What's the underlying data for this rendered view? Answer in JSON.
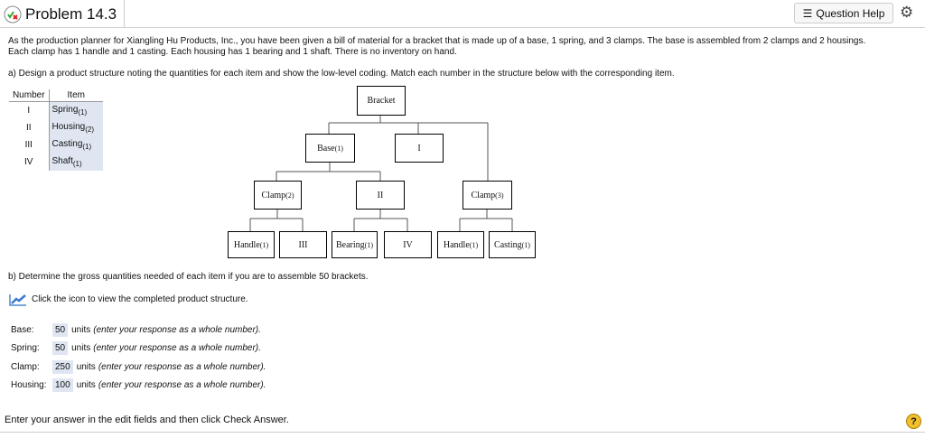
{
  "header": {
    "title": "Problem 14.3",
    "status_icon": "partial-correct-icon",
    "question_help": "Question Help",
    "settings_icon": "gear-icon"
  },
  "problem": {
    "line1": "As the production planner for Xiangling Hu Products, Inc., you have been given a bill of material for a bracket that is made up of a base, 1 spring, and 3 clamps. The base is assembled from 2 clamps and 2 housings.",
    "line2": "Each clamp has 1 handle and 1 casting. Each housing has 1 bearing and 1 shaft. There is no inventory on hand.",
    "part_a": "a) Design a product structure noting the quantities for each item and show the low-level coding. Match each number in the structure below with the corresponding item.",
    "part_b": "b) Determine the gross quantities needed of each item if you are to assemble 50 brackets.",
    "icon_link": "Click the icon to view the completed product structure."
  },
  "number_table": {
    "headers": [
      "Number",
      "Item"
    ],
    "rows": [
      {
        "num": "I",
        "item": "Spring",
        "qty": "(1)"
      },
      {
        "num": "II",
        "item": "Housing",
        "qty": "(2)"
      },
      {
        "num": "III",
        "item": "Casting",
        "qty": "(1)"
      },
      {
        "num": "IV",
        "item": "Shaft",
        "qty": "(1)"
      }
    ]
  },
  "tree": {
    "bracket": "Bracket",
    "base": "Base",
    "base_q": "(1)",
    "n1": "I",
    "clamp2": "Clamp",
    "clamp2_q": "(2)",
    "n2": "II",
    "clamp3": "Clamp",
    "clamp3_q": "(3)",
    "handle1": "Handle",
    "handle1_q": "(1)",
    "n3": "III",
    "bearing": "Bearing",
    "bearing_q": "(1)",
    "n4": "IV",
    "handle2": "Handle",
    "handle2_q": "(1)",
    "casting": "Casting",
    "casting_q": "(1)"
  },
  "answers": [
    {
      "label": "Base:",
      "value": "50",
      "units": "units",
      "hint": "(enter your response as a whole number)."
    },
    {
      "label": "Spring:",
      "value": "50",
      "units": "units",
      "hint": "(enter your response as a whole number)."
    },
    {
      "label": "Clamp:",
      "value": "250",
      "units": "units",
      "hint": "(enter your response as a whole number)."
    },
    {
      "label": "Housing:",
      "value": "100",
      "units": "units",
      "hint": "(enter your response as a whole number)."
    }
  ],
  "footer": {
    "instruction": "Enter your answer in the edit fields and then click Check Answer.",
    "help": "?"
  }
}
